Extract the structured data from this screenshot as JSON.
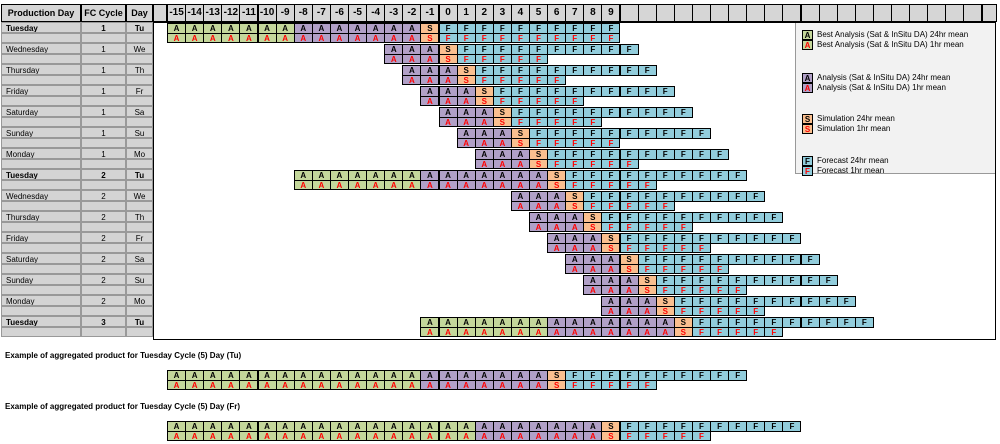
{
  "headers": {
    "production_day": "Production Day",
    "fc_cycle": "FC Cycle",
    "day": "Day",
    "day_numbers": [
      "-15",
      "-14",
      "-13",
      "-12",
      "-11",
      "-10",
      "-9",
      "-8",
      "-7",
      "-6",
      "-5",
      "-4",
      "-3",
      "-2",
      "-1",
      "0",
      "1",
      "2",
      "3",
      "4",
      "5",
      "6",
      "7",
      "8",
      "9"
    ]
  },
  "rows": [
    {
      "production_day": "Tuesday",
      "fc_cycle": "1",
      "day": "Tu",
      "bold": true,
      "a_start": -15,
      "f_end_24h": 9,
      "f_end_1h": 9
    },
    {
      "production_day": "Wednesday",
      "fc_cycle": "1",
      "day": "We",
      "bold": false,
      "a_start": -3,
      "f_end_24h": 10,
      "f_end_1h": 5
    },
    {
      "production_day": "Thursday",
      "fc_cycle": "1",
      "day": "Th",
      "bold": false,
      "a_start": -2,
      "f_end_24h": 11,
      "f_end_1h": 6
    },
    {
      "production_day": "Friday",
      "fc_cycle": "1",
      "day": "Fr",
      "bold": false,
      "a_start": -1,
      "f_end_24h": 12,
      "f_end_1h": 7
    },
    {
      "production_day": "Saturday",
      "fc_cycle": "1",
      "day": "Sa",
      "bold": false,
      "a_start": 0,
      "f_end_24h": 13,
      "f_end_1h": 8
    },
    {
      "production_day": "Sunday",
      "fc_cycle": "1",
      "day": "Su",
      "bold": false,
      "a_start": 1,
      "f_end_24h": 14,
      "f_end_1h": 9
    },
    {
      "production_day": "Monday",
      "fc_cycle": "1",
      "day": "Mo",
      "bold": false,
      "a_start": 2,
      "f_end_24h": 15,
      "f_end_1h": 10
    },
    {
      "production_day": "Tuesday",
      "fc_cycle": "2",
      "day": "Tu",
      "bold": true,
      "a_start": -8,
      "f_end_24h": 16,
      "f_end_1h": 11
    },
    {
      "production_day": "Wednesday",
      "fc_cycle": "2",
      "day": "We",
      "bold": false,
      "a_start": 4,
      "f_end_24h": 17,
      "f_end_1h": 12
    },
    {
      "production_day": "Thursday",
      "fc_cycle": "2",
      "day": "Th",
      "bold": false,
      "a_start": 5,
      "f_end_24h": 18,
      "f_end_1h": 13
    },
    {
      "production_day": "Friday",
      "fc_cycle": "2",
      "day": "Fr",
      "bold": false,
      "a_start": 6,
      "f_end_24h": 19,
      "f_end_1h": 14
    },
    {
      "production_day": "Saturday",
      "fc_cycle": "2",
      "day": "Sa",
      "bold": false,
      "a_start": 7,
      "f_end_24h": 20,
      "f_end_1h": 15
    },
    {
      "production_day": "Sunday",
      "fc_cycle": "2",
      "day": "Su",
      "bold": false,
      "a_start": 8,
      "f_end_24h": 21,
      "f_end_1h": 16
    },
    {
      "production_day": "Monday",
      "fc_cycle": "2",
      "day": "Mo",
      "bold": false,
      "a_start": 9,
      "f_end_24h": 22,
      "f_end_1h": 17
    },
    {
      "production_day": "Tuesday",
      "fc_cycle": "3",
      "day": "Tu",
      "bold": true,
      "a_start": -1,
      "f_end_24h": 23,
      "f_end_1h": 18
    }
  ],
  "legend": [
    {
      "letter": "A",
      "kind": "A",
      "label_24h": "Best Analysis (Sat & InSitu DA) 24hr mean",
      "label_1h": "Best Analysis (Sat & InSitu DA) 1hr mean"
    },
    {
      "letter": "A",
      "kind": "Ap",
      "label_24h": "Analysis (Sat & InSitu DA) 24hr mean",
      "label_1h": "Analysis (Sat & InSitu DA) 1hr mean"
    },
    {
      "letter": "S",
      "kind": "S",
      "label_24h": "Simulation 24hr mean",
      "label_1h": "Simulation 1hr mean"
    },
    {
      "letter": "F",
      "kind": "F",
      "label_24h": "Forecast 24hr mean",
      "label_1h": "Forecast 1hr mean"
    }
  ],
  "examples": [
    {
      "title": "Example of aggregated product for Tuesday Cycle (5) Day (Tu)",
      "a_start": -15,
      "f_end_24h": 16,
      "f_end_1h": 11
    },
    {
      "title": "Example of aggregated product for Tuesday Cycle (5) Day (Fr)",
      "a_start": -15,
      "f_end_24h": 19,
      "f_end_1h": 14
    }
  ],
  "colors": {
    "best_analysis": "#c4d79b",
    "analysis": "#b1a0c7",
    "simulation": "#fabf8f",
    "forecast": "#92cddc",
    "hourly_text": "#ff0000",
    "header_bg": "#d6d6d6"
  }
}
